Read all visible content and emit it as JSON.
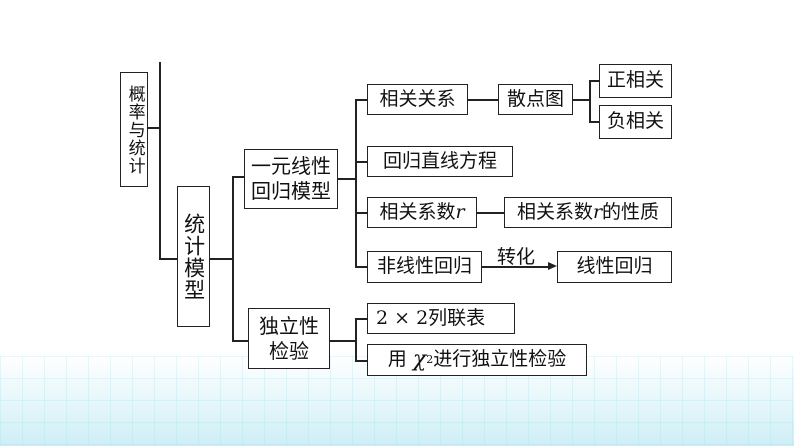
{
  "root": "概率与统计",
  "level1": "统计模型",
  "branch_regression": {
    "title_line1": "一元线性",
    "title_line2": "回归模型",
    "items": {
      "correlation": "相关关系",
      "scatter": "散点图",
      "positive": "正相关",
      "negative": "负相关",
      "regression_equation": "回归直线方程",
      "coef": "相关系数",
      "coef_var": "r",
      "coef_props_prefix": "相关系数",
      "coef_props_var": "r",
      "coef_props_suffix": "的性质",
      "nonlinear": "非线性回归",
      "transform": "转化",
      "linear": "线性回归"
    }
  },
  "branch_independence": {
    "title_line1": "独立性",
    "title_line2": "检验",
    "items": {
      "contingency": "2 × 2列联表",
      "chi_prefix": "用 ",
      "chi_symbol": "χ",
      "chi_sup": "2",
      "chi_suffix": "进行独立性检验"
    }
  }
}
